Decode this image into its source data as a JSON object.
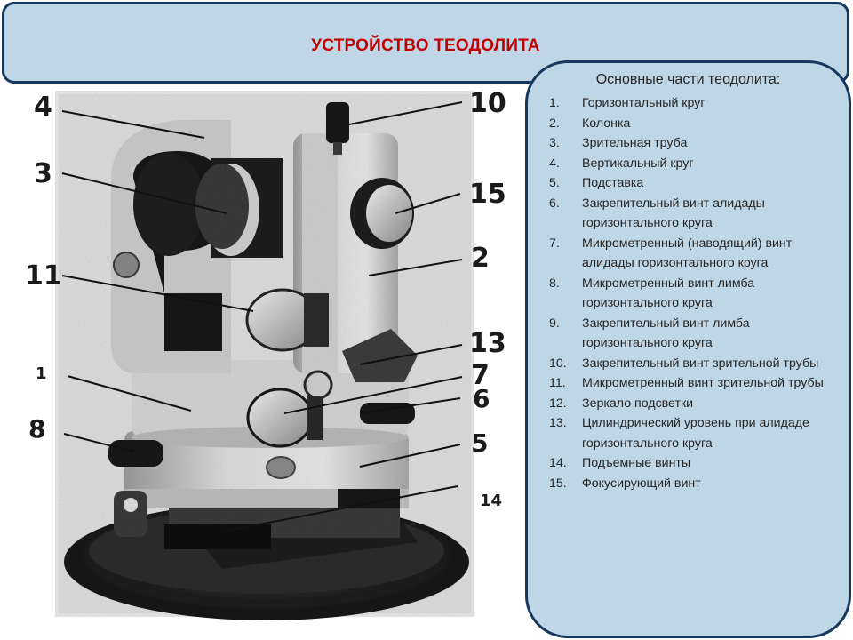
{
  "title": "УСТРОЙСТВО ТЕОДОЛИТА",
  "figure": {
    "labels": [
      "4",
      "3",
      "11",
      "1",
      "8",
      "10",
      "15",
      "2",
      "13",
      "7",
      "6",
      "5",
      "14"
    ]
  },
  "legend": {
    "heading": "Основные части теодолита:",
    "items": [
      {
        "num": "1.",
        "text": "Горизонтальный круг"
      },
      {
        "num": "2.",
        "text": "Колонка"
      },
      {
        "num": "3.",
        "text": "Зрительная труба"
      },
      {
        "num": "4.",
        "text": "Вертикальный круг"
      },
      {
        "num": "5.",
        "text": "Подставка"
      },
      {
        "num": "6.",
        "text": "Закрепительный винт алидады горизонтального круга"
      },
      {
        "num": "7.",
        "text": "Микрометренный (наводящий) винт алидады горизонтального круга"
      },
      {
        "num": "8.",
        "text": "Микрометренный винт лимба горизонтального круга"
      },
      {
        "num": "9.",
        "text": "Закрепительный винт лимба горизонтального круга"
      },
      {
        "num": "10.",
        "text": "Закрепительный винт зрительной трубы"
      },
      {
        "num": "11.",
        "text": "Микрометренный винт зрительной трубы"
      },
      {
        "num": "12.",
        "text": "Зеркало подсветки"
      },
      {
        "num": "13.",
        "text": "Цилиндрический уровень при алидаде горизонтального круга"
      },
      {
        "num": "14.",
        "text": "Подъемные винты"
      },
      {
        "num": "15.",
        "text": "Фокусирующий винт"
      }
    ]
  }
}
